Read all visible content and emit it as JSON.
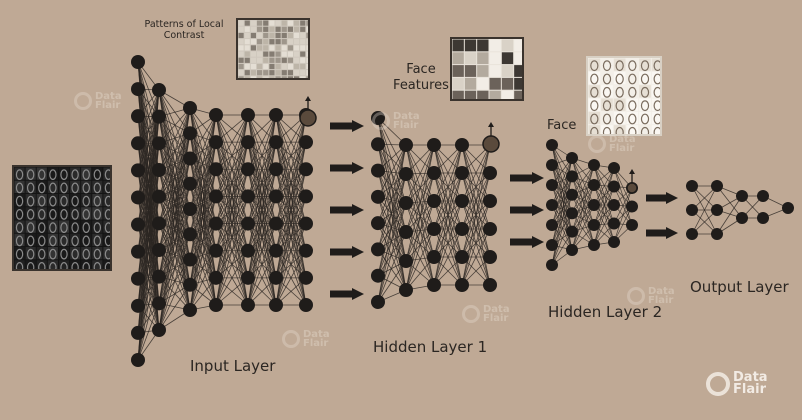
{
  "labels": {
    "patterns": "Patterns of Local\nContrast",
    "face_features": "Face\nFeatures",
    "face": "Face",
    "input_layer": "Input Layer",
    "hidden_layer_1": "Hidden Layer 1",
    "hidden_layer_2": "Hidden Layer 2",
    "output_layer": "Output Layer"
  },
  "watermark": {
    "line1": "Data",
    "line2": "Flair"
  },
  "colors": {
    "background": "#bfa995",
    "node": "#1f1c1a",
    "edge": "#2a2522",
    "feature_node": "#5a4a3c",
    "arrow": "#1f1c1a"
  }
}
